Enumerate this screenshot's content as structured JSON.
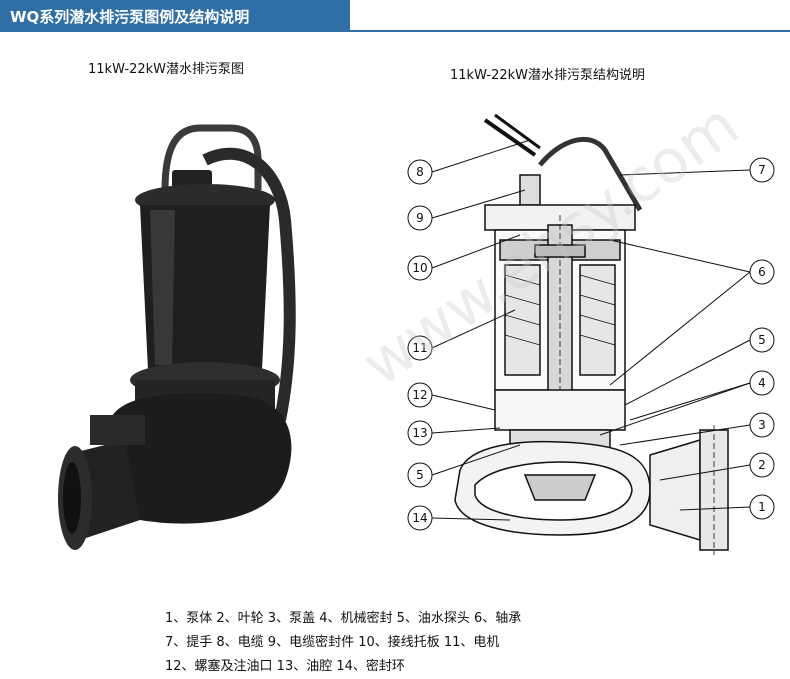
{
  "header": {
    "title": "WQ系列潜水排污泵图例及结构说明"
  },
  "left_caption": "11kW-22kW潜水排污泵图",
  "right_caption": "11kW-22kW潜水排污泵结构说明",
  "watermark": "www.ehsy.com",
  "callouts": [
    "8",
    "9",
    "10",
    "11",
    "12",
    "13",
    "5",
    "14",
    "7",
    "6",
    "5",
    "4",
    "3",
    "2",
    "1"
  ],
  "legend": {
    "line1": "1、泵体  2、叶轮  3、泵盖  4、机械密封  5、油水探头  6、轴承",
    "line2": "7、提手  8、电缆  9、电缆密封件  10、接线托板  11、电机",
    "line3": "12、螺塞及注油口  13、油腔  14、密封环"
  }
}
